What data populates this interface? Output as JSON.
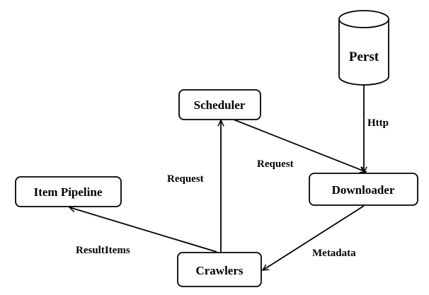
{
  "nodes": {
    "perst": {
      "label": "Perst"
    },
    "scheduler": {
      "label": "Scheduler"
    },
    "downloader": {
      "label": "Downloader"
    },
    "item_pipeline": {
      "label": "Item Pipeline"
    },
    "crawlers": {
      "label": "Crawlers"
    }
  },
  "edges": {
    "perst_to_downloader": {
      "label": "Http"
    },
    "scheduler_to_downloader": {
      "label": "Request"
    },
    "crawlers_to_scheduler": {
      "label": "Request"
    },
    "downloader_to_crawlers": {
      "label": "Metadata"
    },
    "crawlers_to_item_pipeline": {
      "label": "ResultItems"
    }
  }
}
